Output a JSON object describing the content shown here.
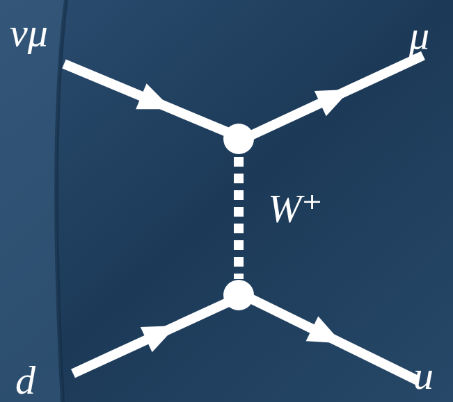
{
  "diagram": {
    "labels": [
      "νμ",
      "μ",
      "W⁺",
      "d",
      "u"
    ]
  }
}
